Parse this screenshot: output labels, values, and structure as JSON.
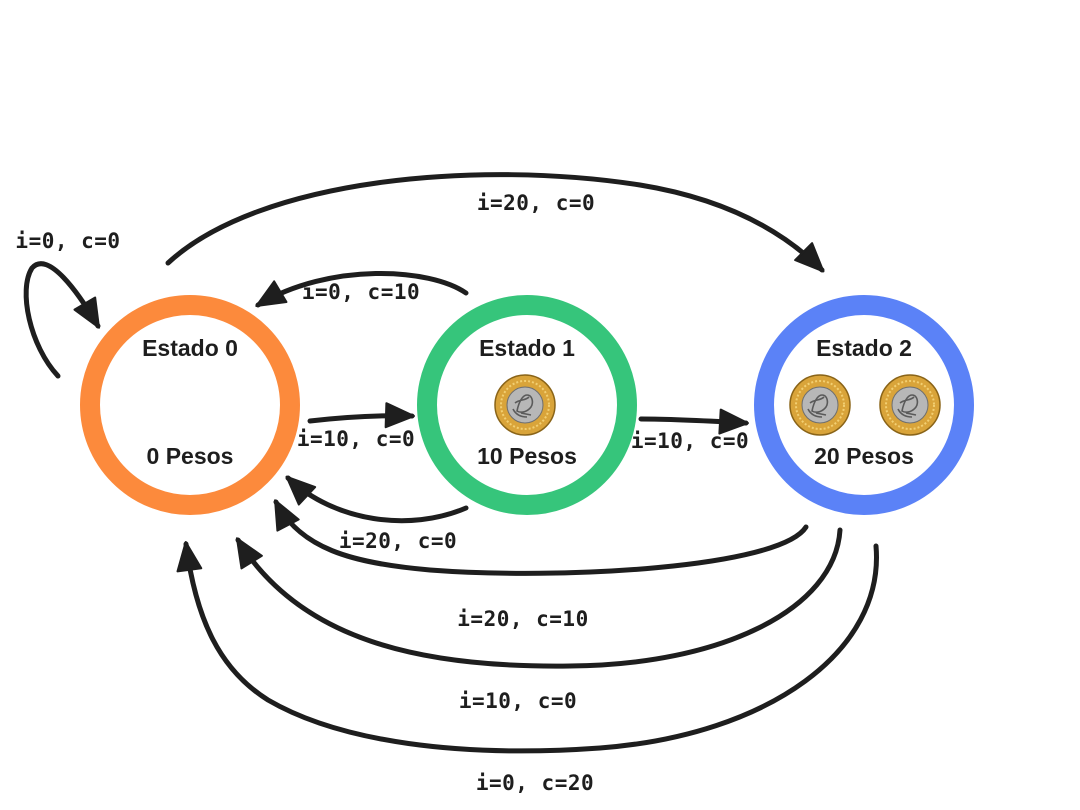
{
  "colors": {
    "state0": "#fc8a3c",
    "state1": "#36c57b",
    "state2": "#5b82f7",
    "ink": "#1e1e1e"
  },
  "states": [
    {
      "title": "Estado 0",
      "amount": "0 Pesos",
      "coins": 0,
      "color": "#fc8a3c"
    },
    {
      "title": "Estado 1",
      "amount": "10 Pesos",
      "coins": 1,
      "color": "#36c57b"
    },
    {
      "title": "Estado 2",
      "amount": "20 Pesos",
      "coins": 2,
      "color": "#5b82f7"
    }
  ],
  "transitions": [
    {
      "from": "Estado 0",
      "to": "Estado 0",
      "label": "i=0, c=0"
    },
    {
      "from": "Estado 0",
      "to": "Estado 2",
      "label": "i=20, c=0"
    },
    {
      "from": "Estado 1",
      "to": "Estado 0",
      "label": "i=0, c=10"
    },
    {
      "from": "Estado 0",
      "to": "Estado 1",
      "label": "i=10, c=0"
    },
    {
      "from": "Estado 1",
      "to": "Estado 2",
      "label": "i=10, c=0"
    },
    {
      "from": "Estado 1",
      "to": "Estado 0",
      "label": "i=20, c=0"
    },
    {
      "from": "Estado 2",
      "to": "Estado 0",
      "label": "i=20, c=10"
    },
    {
      "from": "Estado 2",
      "to": "Estado 0",
      "label": "i=10, c=0"
    },
    {
      "from": "Estado 2",
      "to": "Estado 0",
      "label": "i=0, c=20"
    }
  ]
}
